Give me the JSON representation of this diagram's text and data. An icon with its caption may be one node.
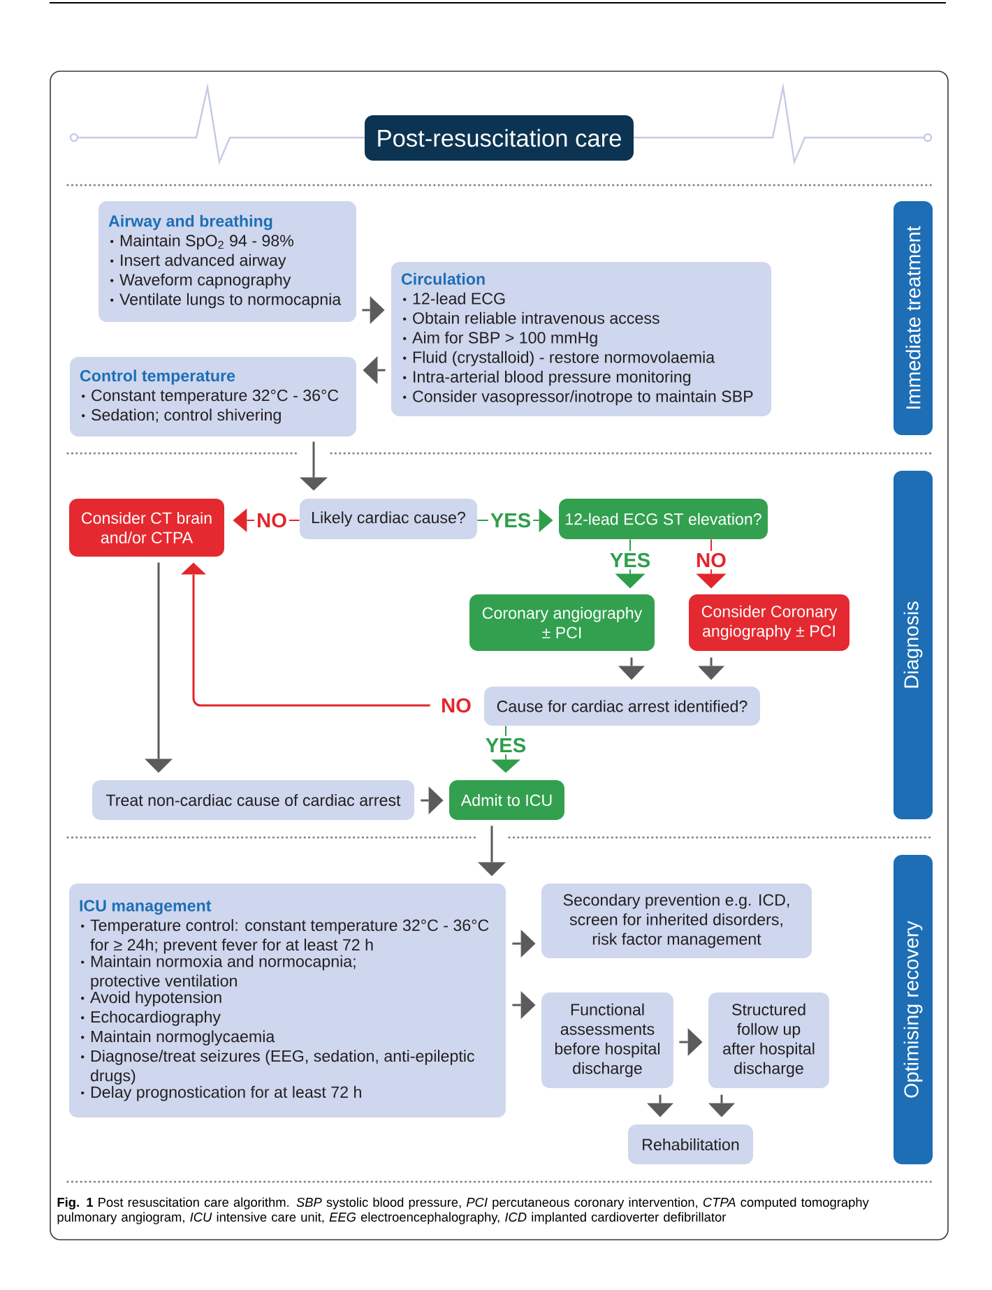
{
  "diagram": {
    "title": "Post-resuscitation care",
    "caption": "**Fig. 1** Post resuscitation care algorithm. *SBP* systolic blood pressure, *PCI* percutaneous coronary intervention, *CTPA* computed tomography pulmonary angiogram, *ICU* intensive care unit, *EEG* electroencephalography, *ICD* implanted cardioverter defibrillator",
    "nodes": [
      {
        "text": [
          "Airway and breathing",
          "Maintain SpO$_{2}$ 94 - 98%",
          "Insert advanced airway",
          "Waveform capnography",
          "Ventilate lungs to normocapnia"
        ]
      },
      {
        "text": [
          "Circulation",
          "12-lead ECG",
          "Obtain reliable intravenous access",
          "Aim for SBP > 100 mmHg",
          "Fluid (crystalloid) - restore normovolaemia",
          "Intra-arterial blood pressure monitoring",
          "Consider vasopressor/inotrope to maintain SBP"
        ]
      },
      {
        "text": [
          "Control temperature",
          "Constant temperature 32°C - 36°C",
          "Sedation; control shivering"
        ]
      },
      {
        "text": [
          "Immediate treatment"
        ]
      },
      {
        "text": [
          "Consider CT brain and/or CTPA"
        ]
      },
      {
        "text": [
          "Likely cardiac cause?"
        ]
      },
      {
        "text": [
          "12-lead ECG ST elevation?"
        ]
      },
      {
        "text": [
          "Coronary angiography ± PCI"
        ]
      },
      {
        "text": [
          "Consider Coronary angiography ± PCI"
        ]
      },
      {
        "text": [
          "Cause for cardiac arrest identified?"
        ]
      },
      {
        "text": [
          "Treat non-cardiac cause of cardiac arrest"
        ]
      },
      {
        "text": [
          "Admit to ICU"
        ]
      },
      {
        "text": [
          "Diagnosis"
        ]
      },
      {
        "text": [
          "ICU management",
          "Temperature control: constant temperature 32°C - 36°C for ≥ 24h; prevent fever for at least 72 h",
          "Maintain normoxia and normocapnia; protective ventilation",
          "Avoid hypotension",
          "Echocardiography",
          "Maintain normoglycaemia",
          "Diagnose/treat seizures (EEG, sedation, anti-epileptic drugs)",
          "Delay prognostication for at least 72 h"
        ]
      },
      {
        "text": [
          "Secondary prevention e.g. ICD, screen for inherited disorders, risk factor management"
        ]
      },
      {
        "text": [
          "Functional assessments before hospital discharge"
        ]
      },
      {
        "text": [
          "Structured follow up after hospital discharge"
        ]
      },
      {
        "text": [
          "Rehabilitation"
        ]
      },
      {
        "text": [
          "Optimising recovery"
        ]
      }
    ],
    "edges": [
      {
        "from": 0,
        "to": 1,
        "arrow": "to"
      },
      {
        "from": 1,
        "to": 2,
        "arrow": "to"
      },
      {
        "from": 2,
        "to": 5,
        "arrow": "to"
      },
      {
        "from": 5,
        "to": 4,
        "arrow": "to",
        "label": "NO",
        "color": "#e3262c"
      },
      {
        "from": 5,
        "to": 6,
        "arrow": "to",
        "label": "YES",
        "color": "#2e9e4a"
      },
      {
        "from": 6,
        "to": 7,
        "arrow": "to",
        "label": "YES",
        "color": "#2e9e4a"
      },
      {
        "from": 6,
        "to": 8,
        "arrow": "to",
        "label": "NO",
        "color": "#e3262c"
      },
      {
        "from": 7,
        "to": 9,
        "arrow": "to"
      },
      {
        "from": 8,
        "to": 9,
        "arrow": "to"
      },
      {
        "from": 9,
        "to": 4,
        "arrow": "to",
        "label": "NO",
        "color": "#e3262c"
      },
      {
        "from": 9,
        "to": 11,
        "arrow": "to",
        "label": "YES",
        "color": "#2e9e4a"
      },
      {
        "from": 4,
        "to": 10,
        "arrow": "to"
      },
      {
        "from": 10,
        "to": 11,
        "arrow": "to"
      },
      {
        "from": 11,
        "to": 13,
        "arrow": "to"
      },
      {
        "from": 13,
        "to": 14,
        "arrow": "to"
      },
      {
        "from": 13,
        "to": 15,
        "arrow": "to"
      },
      {
        "from": 15,
        "to": 16,
        "arrow": "to"
      },
      {
        "from": 15,
        "to": 17,
        "arrow": "to"
      },
      {
        "from": 16,
        "to": 17,
        "arrow": "to"
      }
    ]
  }
}
